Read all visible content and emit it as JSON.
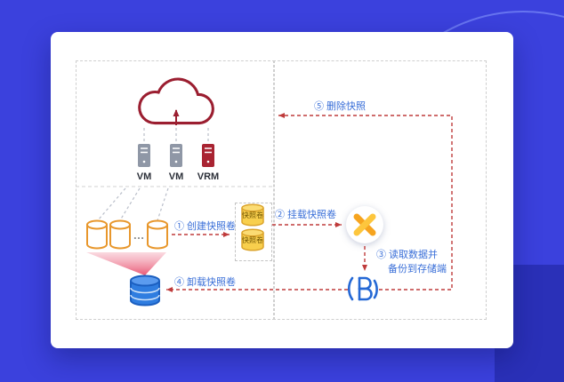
{
  "colors": {
    "background_blue": "#3B41DD",
    "decor_ring_blue": "#8C9EFF",
    "decor_square_blue": "#2A30B8",
    "card_white": "#FFFFFF",
    "cloud_outline_maroon": "#9B1E30",
    "vm_server_gray": "#8F97A6",
    "vrm_server_red": "#A92432",
    "volume_cylinder_orange": "#E8972C",
    "snapshot_cylinder_yellow": "#F8CF4D",
    "backup_db_blue": "#2F7DE0",
    "arrow_red": "#BF3B3B",
    "step_text_blue": "#3A6FD8",
    "fan_pink": "#E8506E",
    "x_logo_orange": "#F6A41F",
    "db_logo_blue": "#2468D5"
  },
  "diagram": {
    "vm_labels": [
      "VM",
      "VM",
      "VRM"
    ],
    "ellipsis": "…",
    "snapshot_volumes": [
      "快照卷",
      "快照卷"
    ],
    "steps": {
      "create": "① 创建快照卷",
      "mount": "② 挂载快照卷",
      "read_line1": "③ 读取数据并",
      "read_line2": "备份到存储端",
      "unmount": "④ 卸载快照卷",
      "delete": "⑤ 删除快照"
    },
    "icons": {
      "cloud": "cloud-icon",
      "upload_arrow": "upload-arrow-icon",
      "servers": [
        "vm-server-icon",
        "vm-server-icon",
        "vrm-server-icon"
      ],
      "volumes": "volume-cylinder-icon",
      "snapshot_volume": "snapshot-volume-icon",
      "merge_fan": "merge-fan-shape",
      "backup_database": "backup-database-icon",
      "x_logo": "storage-x-logo",
      "db_logo": "backup-software-logo"
    }
  }
}
